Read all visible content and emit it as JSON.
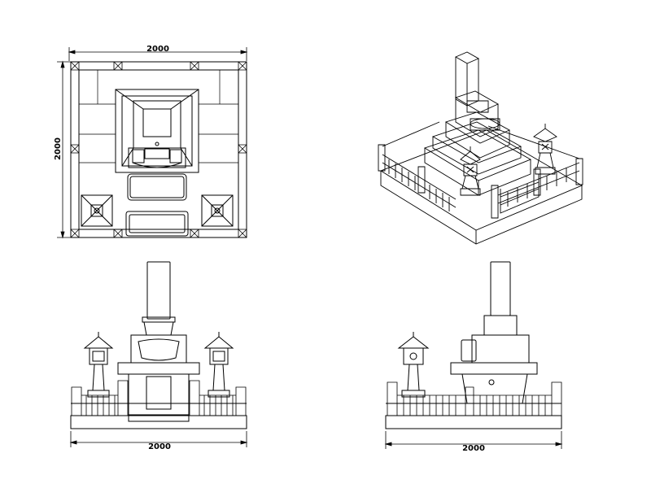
{
  "drawing": {
    "plan_view": {
      "width_label": "2000",
      "depth_label": "2000"
    },
    "front_view": {
      "width_label": "2000"
    },
    "side_view": {
      "width_label": "2000"
    }
  },
  "colors": {
    "line": "#000000",
    "background": "#ffffff"
  }
}
